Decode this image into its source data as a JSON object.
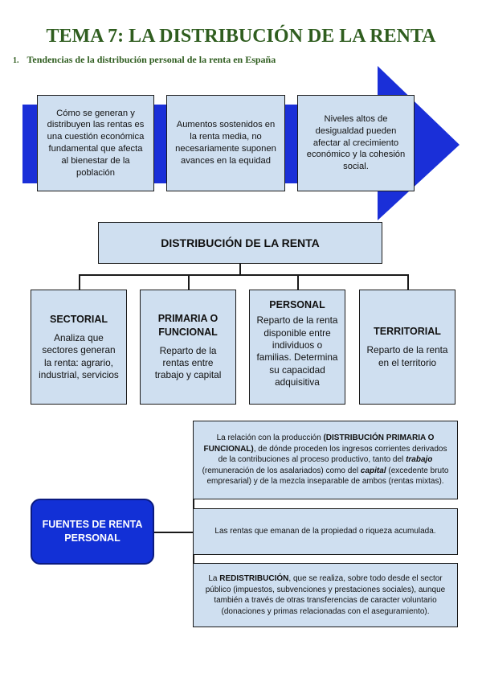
{
  "header": {
    "title": "TEMA 7: LA DISTRIBUCIÓN DE LA RENTA",
    "section_number": "1.",
    "section_title": "Tendencias de la distribución personal de la renta en España"
  },
  "arrow_boxes": [
    "Cómo se generan y distribuyen las rentas es una cuestión económica fundamental que afecta al bienestar de la población",
    "Aumentos sostenidos en la renta media, no necesariamente suponen avances en la equidad",
    "Niveles altos de desigualdad pueden afectar al crecimiento económico y la cohesión social."
  ],
  "main_box": "DISTRIBUCIÓN DE LA RENTA",
  "categories": [
    {
      "head": "SECTORIAL",
      "text": "Analiza que sectores generan la renta: agrario, industrial, servicios"
    },
    {
      "head": "PRIMARIA O FUNCIONAL",
      "text": "Reparto de la rentas entre trabajo y capital"
    },
    {
      "head": "PERSONAL",
      "text": "Reparto de la renta disponible entre individuos o familias. Determina su capacidad adquisitiva"
    },
    {
      "head": "TERRITORIAL",
      "text": "Reparto de la renta en el territorio"
    }
  ],
  "sources_label": "FUENTES DE RENTA PERSONAL",
  "sources": {
    "s1": {
      "p1": "La relación con la producción ",
      "b1": "(DISTRIBUCIÓN PRIMARIA O FUNCIONAL)",
      "p2": ", de dónde proceden los ingresos corrientes derivados de la contribuciones al proceso productivo, tanto del ",
      "i1": "trabajo",
      "p3": " (remuneración de los asalariados) como del ",
      "i2": "capital",
      "p4": " (excedente bruto empresarial) y de la mezcla inseparable de ambos (rentas mixtas)."
    },
    "s2": "Las rentas que emanan de la propiedad o riqueza acumulada.",
    "s3": {
      "p1": "La ",
      "b1": "REDISTRIBUCIÓN",
      "p2": ", que se realiza, sobre todo desde el sector público (impuestos, subvenciones y prestaciones sociales), aunque también a través de otras transferencias de caracter voluntario (donaciones y primas relacionadas con el aseguramiento)."
    }
  },
  "colors": {
    "title": "#2f5d1f",
    "arrow": "#1a2fd8",
    "box_fill": "#cfdff0",
    "pill": "#1230d6"
  }
}
